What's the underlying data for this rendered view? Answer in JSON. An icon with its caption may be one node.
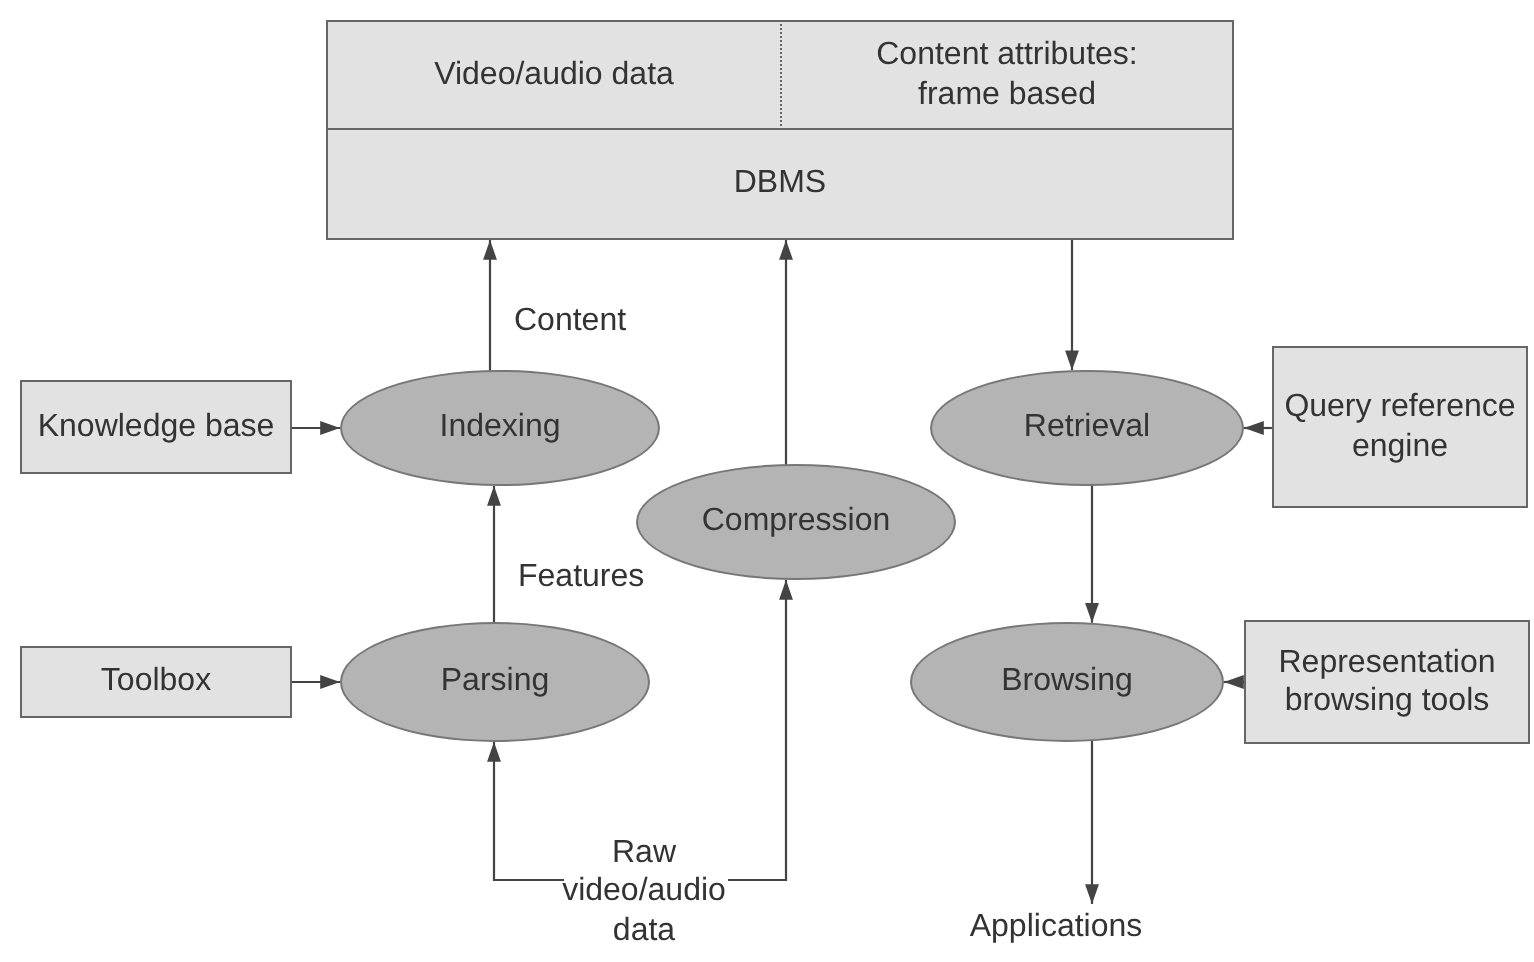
{
  "diagram": {
    "nodes": [
      {
        "text": [
          "Video/audio data"
        ]
      },
      {
        "text": [
          "Content attributes: frame based"
        ]
      },
      {
        "text": [
          "DBMS"
        ]
      },
      {
        "text": [
          "Knowledge base"
        ]
      },
      {
        "text": [
          "Indexing"
        ]
      },
      {
        "text": [
          "Retrieval"
        ]
      },
      {
        "text": [
          "Query reference engine"
        ]
      },
      {
        "text": [
          "Compression"
        ]
      },
      {
        "text": [
          "Toolbox"
        ]
      },
      {
        "text": [
          "Parsing"
        ]
      },
      {
        "text": [
          "Browsing"
        ]
      },
      {
        "text": [
          "Representation browsing tools"
        ]
      },
      {
        "text": [
          "Raw video/audio data"
        ]
      },
      {
        "text": [
          "Applications"
        ]
      }
    ],
    "edges": [
      {
        "from": 4,
        "to": 2,
        "arrow": "to",
        "label": "Content"
      },
      {
        "from": 7,
        "to": 2,
        "arrow": "to"
      },
      {
        "from": 2,
        "to": 5,
        "arrow": "to"
      },
      {
        "from": 3,
        "to": 4,
        "arrow": "to"
      },
      {
        "from": 9,
        "to": 4,
        "arrow": "to",
        "label": "Features"
      },
      {
        "from": 8,
        "to": 9,
        "arrow": "to"
      },
      {
        "from": 12,
        "to": 9,
        "arrow": "to"
      },
      {
        "from": 12,
        "to": 7,
        "arrow": "to"
      },
      {
        "from": 6,
        "to": 5,
        "arrow": "to"
      },
      {
        "from": 5,
        "to": 10,
        "arrow": "to"
      },
      {
        "from": 11,
        "to": 10,
        "arrow": "to"
      },
      {
        "from": 10,
        "to": 13,
        "arrow": "to"
      }
    ]
  }
}
